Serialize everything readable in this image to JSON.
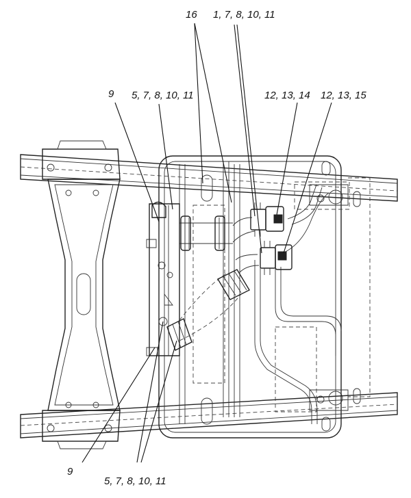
{
  "callouts": {
    "c16": "16",
    "c1_7_8_10_11": "1, 7, 8, 10, 11",
    "c9_top": "9",
    "c5_7_8_10_11_top": "5, 7, 8, 10, 11",
    "c12_13_14": "12, 13, 14",
    "c12_13_15": "12, 13, 15",
    "c9_bottom": "9",
    "c5_7_8_10_11_bottom": "5, 7, 8, 10, 11"
  }
}
